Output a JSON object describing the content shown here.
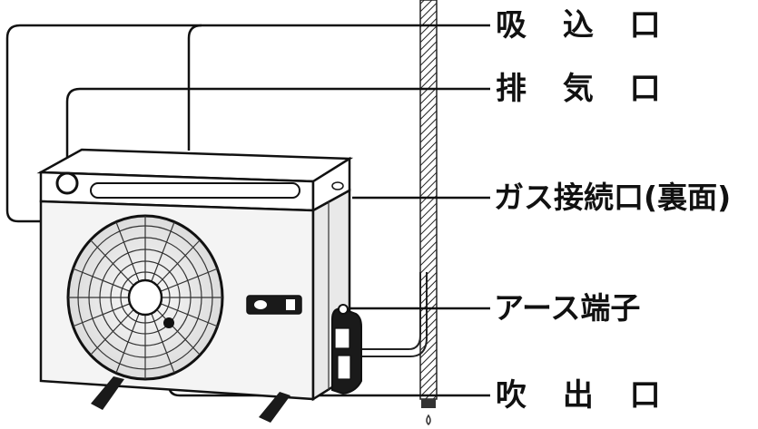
{
  "labels": {
    "intake": "吸 込 口",
    "exhaust": "排 気 口",
    "gas_connection": "ガス接続口(裏面)",
    "ground_terminal": "アース端子",
    "outlet": "吹 出 口"
  }
}
